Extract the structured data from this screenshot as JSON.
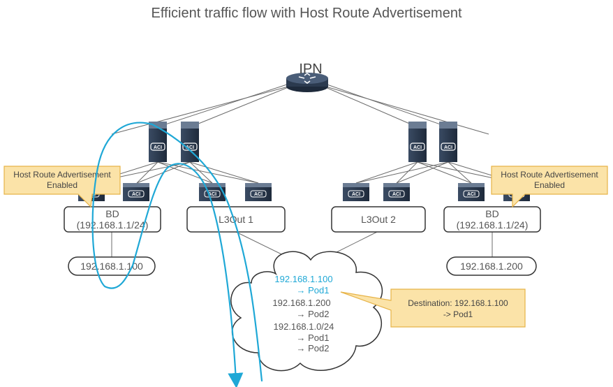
{
  "title": "Efficient traffic flow with Host Route Advertisement",
  "ipn_label": "IPN",
  "device_label": "ACI",
  "bd_left": {
    "line1": "BD",
    "line2": "(192.168.1.1/24)"
  },
  "bd_right": {
    "line1": "BD",
    "line2": "(192.168.1.1/24)"
  },
  "l3out1": "L3Out 1",
  "l3out2": "L3Out 2",
  "host_left": "192.168.1.100",
  "host_right": "192.168.1.200",
  "callout_left": {
    "line1": "Host Route Advertisement",
    "line2": "Enabled"
  },
  "callout_right": {
    "line1": "Host Route Advertisement",
    "line2": "Enabled"
  },
  "callout_dest": {
    "line1": "Destination: 192.168.1.100",
    "line2": "-> Pod1"
  },
  "routes": {
    "r1": "192.168.1.100",
    "r1_pod": "→ Pod1",
    "r2": "192.168.1.200",
    "r2_pod": "→ Pod2",
    "r3": "192.168.1.0/24",
    "r3_pod1": "→ Pod1",
    "r3_pod2": "→ Pod2"
  },
  "colors": {
    "flow": "#1fa8d6",
    "callout_fill": "#fbe3a8",
    "callout_stroke": "#e7b347",
    "device": "#2b3a4f"
  }
}
